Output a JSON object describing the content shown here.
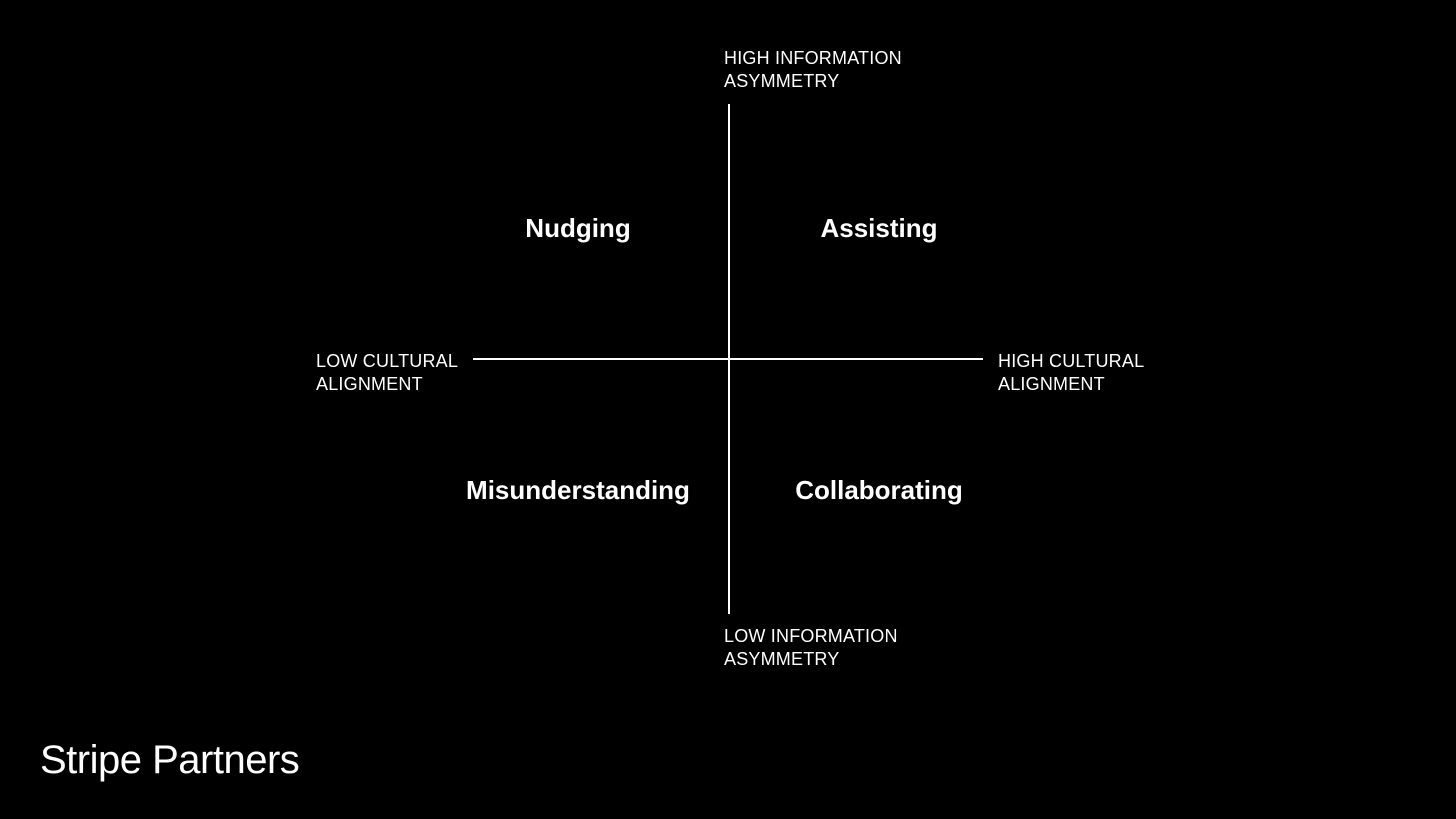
{
  "axes": {
    "vertical_top": [
      "HIGH INFORMATION",
      "ASYMMETRY"
    ],
    "vertical_bottom": [
      "LOW INFORMATION",
      "ASYMMETRY"
    ],
    "horizontal_left": [
      "LOW CULTURAL",
      "ALIGNMENT"
    ],
    "horizontal_right": [
      "HIGH CULTURAL",
      "ALIGNMENT"
    ]
  },
  "quadrants": {
    "top_left": "Nudging",
    "top_right": "Assisting",
    "bottom_left": "Misunderstanding",
    "bottom_right": "Collaborating"
  },
  "brand": "Stripe Partners",
  "colors": {
    "background": "#000000",
    "foreground": "#ffffff"
  }
}
